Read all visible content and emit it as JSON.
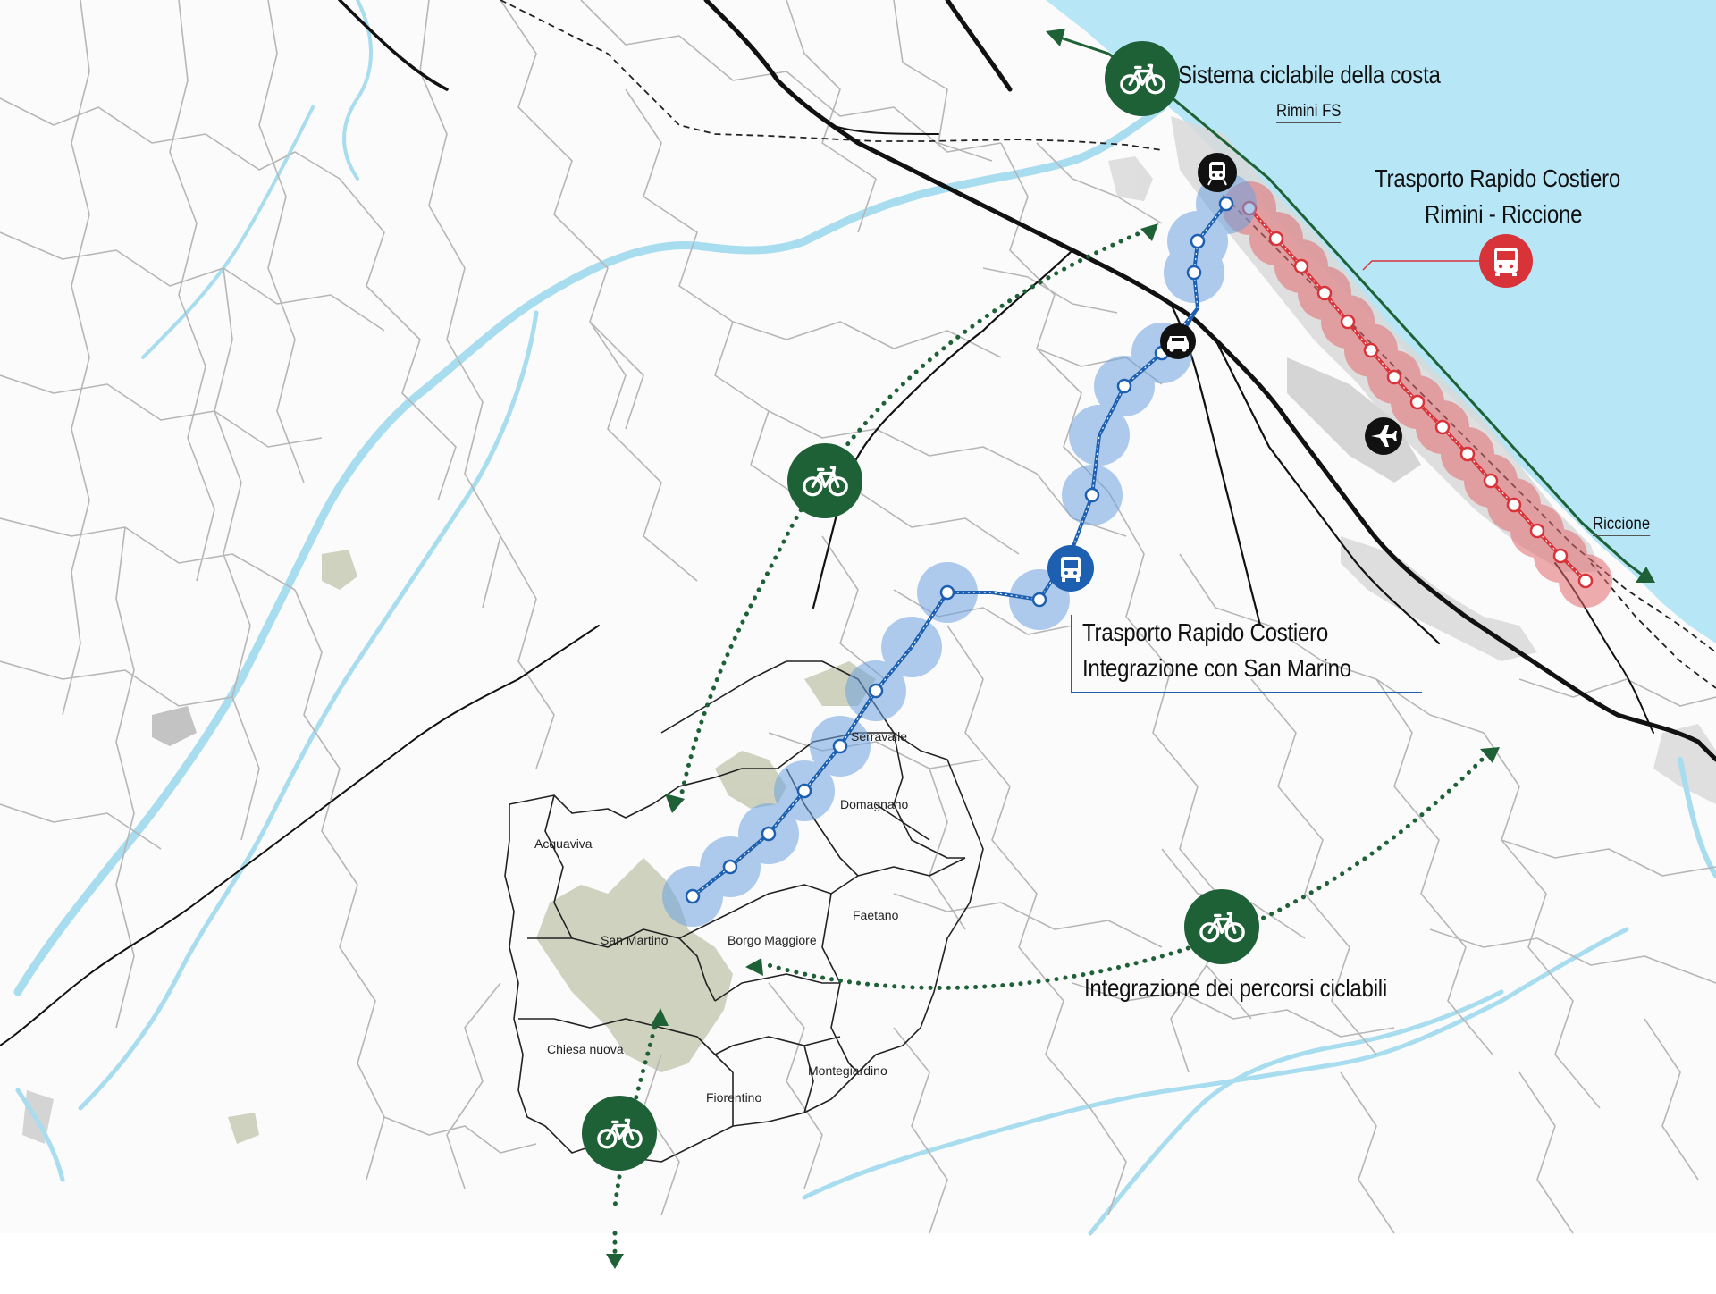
{
  "labels": {
    "coastal_cycle": "Sistema ciclabile della costa",
    "rimini_fs": "Rimini FS",
    "trc_line1": "Trasporto Rapido Costiero",
    "trc_line2": "Rimini - Riccione",
    "riccione": "Riccione",
    "sm_line1": "Trasporto Rapido Costiero",
    "sm_line2": "Integrazione con San Marino",
    "cycle_integration": "Integrazione dei percorsi ciclabili"
  },
  "towns": {
    "acquaviva": "Acquaviva",
    "serravalle": "Serravalle",
    "domagnano": "Domagnano",
    "faetano": "Faetano",
    "san_marino": "San Martino",
    "borgo_maggiore": "Borgo Maggiore",
    "chiesa_nuova": "Chiesa nuova",
    "montegiardino": "Montegiardino",
    "fiorentino": "Fiorentino"
  },
  "icons": {
    "bicycle": "bicycle-icon",
    "train": "train-icon",
    "car": "car-icon",
    "airplane": "airplane-icon",
    "bus": "bus-icon"
  },
  "colors": {
    "sea": "#b7e7f7",
    "river": "#a8dcef",
    "road": "#b4b4b4",
    "highway": "#111111",
    "coastal_line": "#d9333a",
    "coastal_buffer": "#e26a6e",
    "sm_line": "#1d5fb0",
    "sm_buffer": "#6ea3e0",
    "cycle": "#1f6136",
    "urban": "#d6d6d6",
    "green_area": "#b8bda6"
  }
}
